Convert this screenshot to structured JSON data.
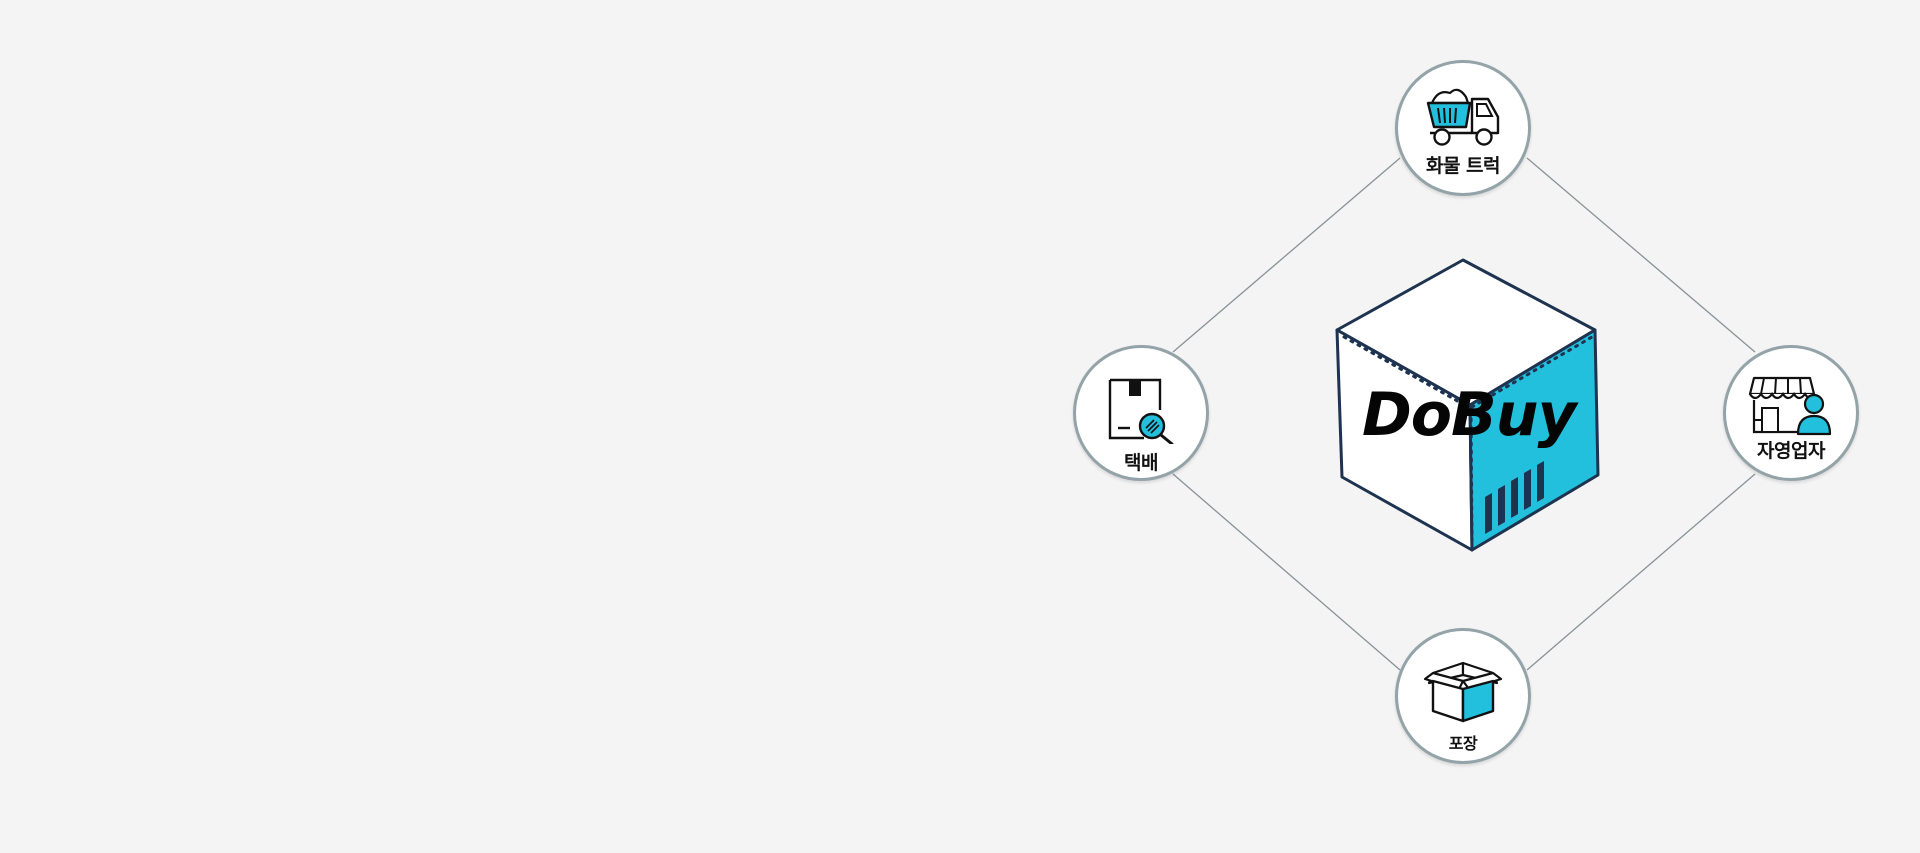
{
  "diagram": {
    "center": {
      "brand": "DoBuy"
    },
    "nodes": [
      {
        "key": "truck",
        "label": "화물 트럭",
        "icon": "dump-truck-icon"
      },
      {
        "key": "delivery",
        "label": "택배",
        "icon": "parcel-search-icon"
      },
      {
        "key": "merchant",
        "label": "자영업자",
        "icon": "storefront-person-icon"
      },
      {
        "key": "packing",
        "label": "포장",
        "icon": "open-box-icon"
      }
    ],
    "colors": {
      "accent": "#22c0dc",
      "outline": "#1e3350",
      "node_border": "#93a3a8",
      "connector": "#8a9296",
      "background": "#f4f4f4"
    }
  }
}
